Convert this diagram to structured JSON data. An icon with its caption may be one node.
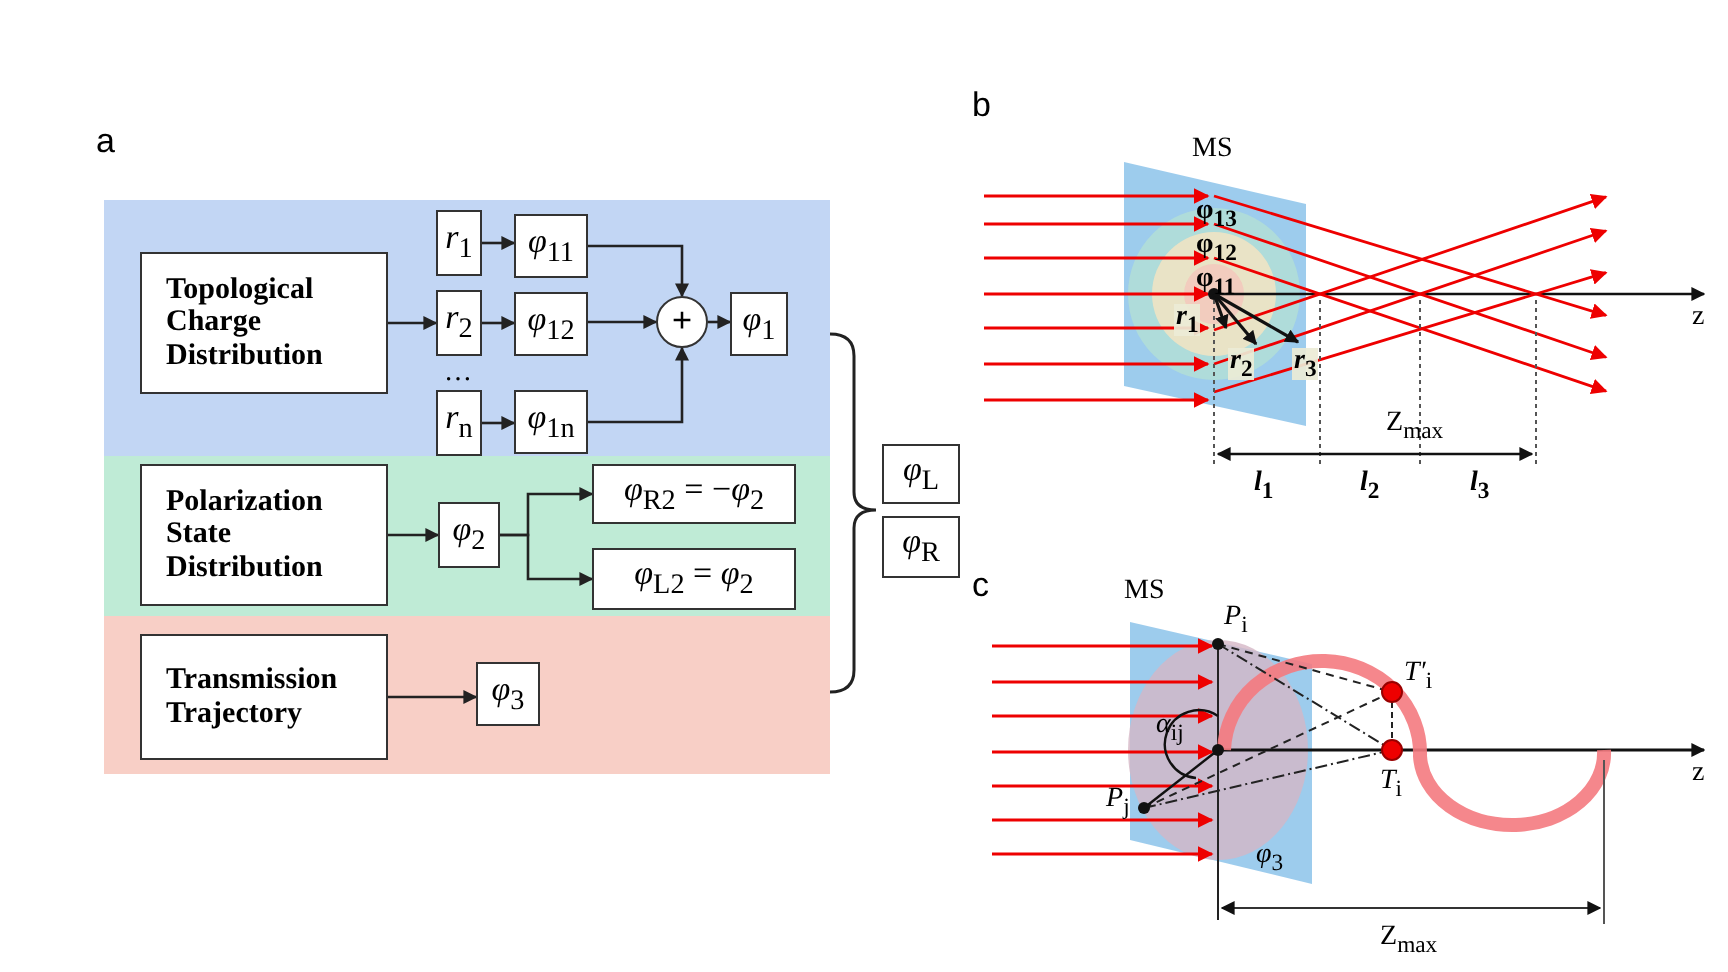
{
  "diagram": {
    "nodes": [
      {
        "text": [
          "Topological Charge Distribution"
        ]
      },
      {
        "text": [
          "*r*$_{1}$"
        ]
      },
      {
        "text": [
          "*r*$_{2}$"
        ]
      },
      {
        "text": [
          "*r*$_{n}$"
        ]
      },
      {
        "text": [
          "*φ*$_{11}$"
        ]
      },
      {
        "text": [
          "*φ*$_{12}$"
        ]
      },
      {
        "text": [
          "*φ*$_{1n}$"
        ]
      },
      {
        "text": [
          "+"
        ]
      },
      {
        "text": [
          "*φ*$_{1}$"
        ]
      },
      {
        "text": [
          "Polarization State Distribution"
        ]
      },
      {
        "text": [
          "*φ*$_{2}$"
        ]
      },
      {
        "text": [
          "*φ*$_{R2}$ = −*φ*$_{2}$"
        ]
      },
      {
        "text": [
          "*φ*$_{L2}$ = *φ*$_{2}$"
        ]
      },
      {
        "text": [
          "Transmission Trajectory"
        ]
      },
      {
        "text": [
          "*φ*$_{3}$"
        ]
      },
      {
        "text": [
          "*φ*$_{L}$"
        ]
      },
      {
        "text": [
          "*φ*$_{R}$"
        ]
      }
    ],
    "edges": [
      {
        "from": 0,
        "to": 2,
        "arrow": "to"
      },
      {
        "from": 1,
        "to": 4,
        "arrow": "to"
      },
      {
        "from": 2,
        "to": 5,
        "arrow": "to"
      },
      {
        "from": 3,
        "to": 6,
        "arrow": "to"
      },
      {
        "from": 4,
        "to": 7,
        "arrow": "to"
      },
      {
        "from": 5,
        "to": 7,
        "arrow": "to"
      },
      {
        "from": 6,
        "to": 7,
        "arrow": "to"
      },
      {
        "from": 7,
        "to": 8,
        "arrow": "to"
      },
      {
        "from": 9,
        "to": 10,
        "arrow": "to"
      },
      {
        "from": 10,
        "to": 11,
        "arrow": "to"
      },
      {
        "from": 10,
        "to": 12,
        "arrow": "to"
      },
      {
        "from": 13,
        "to": 14,
        "arrow": "to"
      }
    ],
    "labels": [
      "a",
      "…",
      "b",
      "MS",
      "φ$_{13}$",
      "φ$_{12}$",
      "φ$_{11}$",
      "*r*$_{1}$",
      "*r*$_{2}$",
      "*r*$_{3}$",
      "z",
      "Z$_{max}$",
      "*l*$_{1}$",
      "*l*$_{2}$",
      "*l*$_{3}$",
      "c",
      "MS",
      "*P*$_{i}$",
      "*T′*$_{i}$",
      "*α*$_{ij}$",
      "*T*$_{i}$",
      "*P*$_{j}$",
      "z",
      "*φ*$_{3}$",
      "Z$_{max}$"
    ]
  }
}
